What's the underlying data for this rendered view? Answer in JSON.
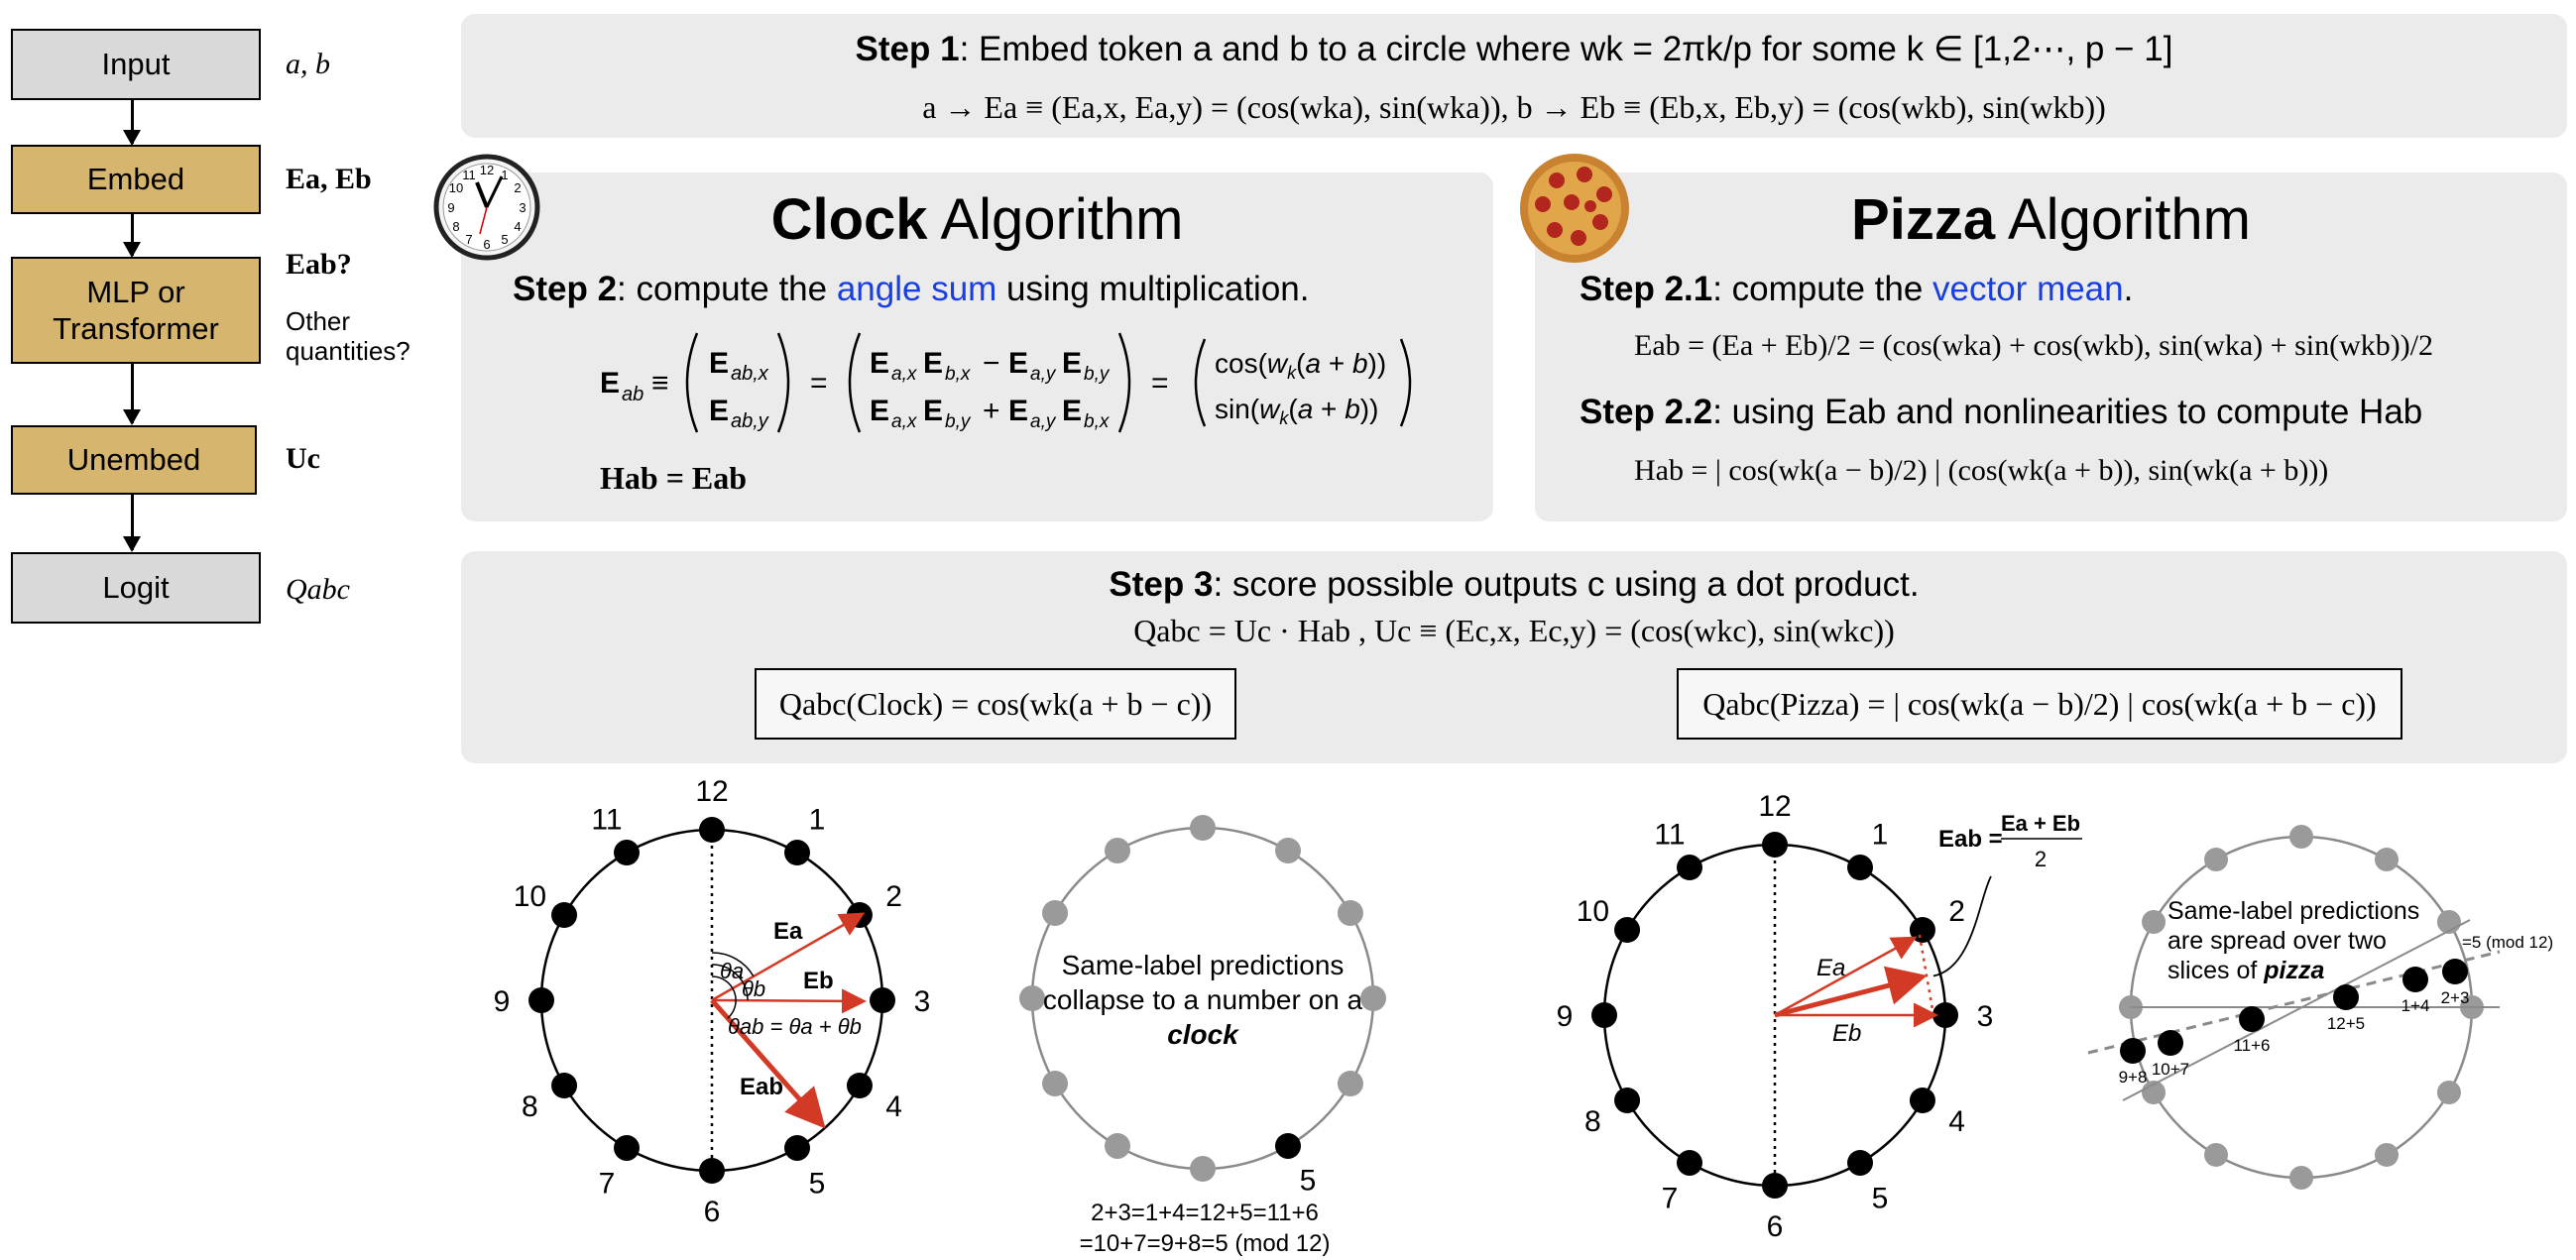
{
  "flow": {
    "boxes": [
      {
        "label": "Input",
        "side": "a, b"
      },
      {
        "label": "Embed",
        "side": "Ea, Eb"
      },
      {
        "label": "MLP or Transformer",
        "side": "Eab?",
        "side2": "Other quantities?"
      },
      {
        "label": "Unembed",
        "side": "Uc"
      },
      {
        "label": "Logit",
        "side": "Qabc"
      }
    ]
  },
  "step1": {
    "bold": "Step 1",
    "text": ": Embed token a and b to a circle where wk = 2πk/p for some k ∈ [1,2⋯, p − 1]",
    "formula": "a → Ea ≡ (Ea,x, Ea,y) = (cos(wka), sin(wka)), b → Eb ≡ (Eb,x, Eb,y) = (cos(wkb), sin(wkb))"
  },
  "clock": {
    "title_bold": "Clock",
    "title_rest": " Algorithm",
    "step_bold": "Step 2",
    "step_pre": ": compute the ",
    "step_hl": "angle sum",
    "step_post": " using multiplication.",
    "h_eq": "Hab = Eab"
  },
  "pizza": {
    "title_bold": "Pizza",
    "title_rest": " Algorithm",
    "s21_bold": "Step 2.1",
    "s21_pre": ": compute the ",
    "s21_hl": "vector mean",
    "s21_post": ".",
    "s21_formula": "Eab = (Ea + Eb)/2 = (cos(wka) + cos(wkb), sin(wka) + sin(wkb))/2",
    "s22_bold": "Step 2.2",
    "s22_text": ": using Eab and nonlinearities to compute Hab",
    "s22_formula": "Hab = | cos(wk(a − b)/2) | (cos(wk(a + b)), sin(wk(a + b)))"
  },
  "step3": {
    "bold": "Step 3",
    "text": ": score possible outputs c using a dot product.",
    "formula": "Qabc = Uc · Hab ,   Uc ≡ (Ec,x, Ec,y) = (cos(wkc), sin(wkc))",
    "clock_box": "Qabc(Clock) = cos(wk(a + b − c))",
    "pizza_box": "Qabc(Pizza) = | cos(wk(a − b)/2) | cos(wk(a + b − c))"
  },
  "clock_fig": {
    "numbers": [
      "12",
      "1",
      "2",
      "3",
      "4",
      "5",
      "6",
      "7",
      "8",
      "9",
      "10",
      "11"
    ],
    "labels": {
      "ea": "Ea",
      "eb": "Eb",
      "eab": "Eab",
      "ta": "θa",
      "tb": "θb",
      "tab": "θab = θa + θb"
    }
  },
  "clock_pred": {
    "note_pre": "Same-label predictions collapse to a number on a ",
    "note_em": "clock",
    "point_label": "5",
    "eq_line1": "2+3=1+4=12+5=11+6",
    "eq_line2": "=10+7=9+8=5 (mod 12)"
  },
  "pizza_fig": {
    "numbers": [
      "12",
      "1",
      "2",
      "3",
      "4",
      "5",
      "6",
      "7",
      "8",
      "9",
      "10",
      "11"
    ],
    "ea": "Ea",
    "eb": "Eb",
    "eab_lhs": "Eab =",
    "eab_num": "Ea + Eb",
    "eab_den": "2"
  },
  "pizza_pred": {
    "note_l1": "Same-label predictions",
    "note_l2": "are spread over two",
    "note_l3_pre": "slices of ",
    "note_l3_em": "pizza",
    "mod_label": "=5 (mod 12)",
    "points": [
      "9+8",
      "10+7",
      "11+6",
      "12+5",
      "1+4",
      "2+3"
    ]
  },
  "colors": {
    "gray": "#d9d9d9",
    "gold": "#d6b56e",
    "panel": "#ebebeb",
    "blue": "#1a3fe0",
    "red": "#d23a26"
  },
  "icons": {
    "clock": "clock-icon",
    "pizza": "pizza-icon"
  }
}
